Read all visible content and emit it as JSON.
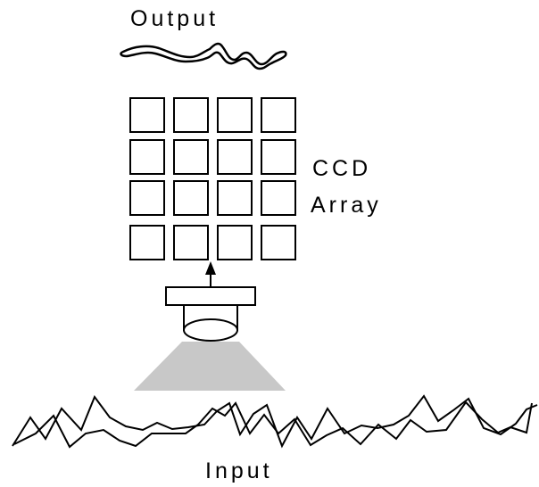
{
  "labels": {
    "output": "Output",
    "ccd_line1": "CCD",
    "ccd_line2": "Array",
    "input": "Input"
  },
  "ccd_array": {
    "rows": 4,
    "cols": 4
  },
  "colors": {
    "stroke": "#000000",
    "field_of_view": "#c8c8c8",
    "background": "#ffffff"
  }
}
